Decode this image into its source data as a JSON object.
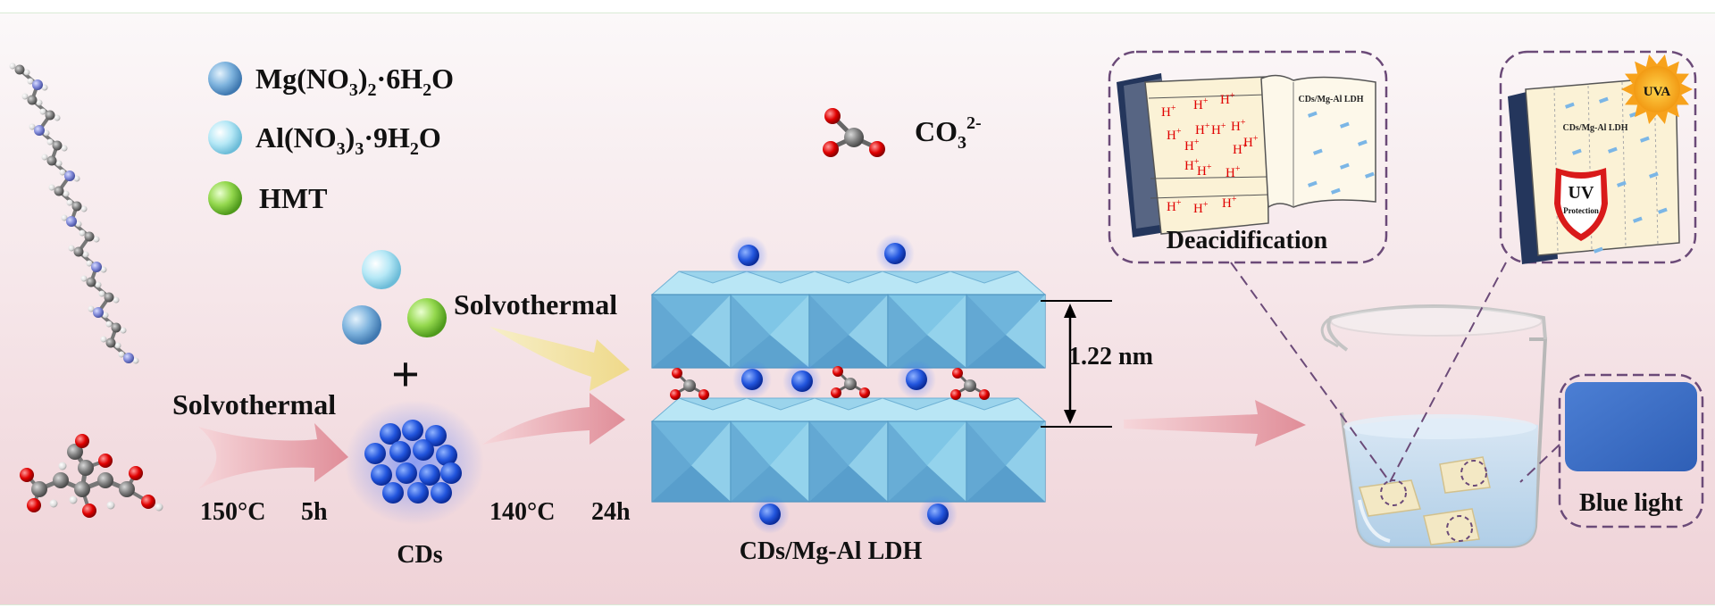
{
  "legend": {
    "mg": {
      "formula": "Mg(NO",
      "sub1": "3",
      "mid": ")",
      "sub2": "2",
      "tail": "·6H",
      "sub3": "2",
      "end": "O",
      "color": "#6aa6d8"
    },
    "al": {
      "formula": "Al(NO",
      "sub1": "3",
      "mid": ")",
      "sub2": "3",
      "tail": "·9H",
      "sub3": "2",
      "end": "O",
      "color": "#9fe0f0"
    },
    "hmt": {
      "label": "HMT",
      "color": "#8fd64a"
    },
    "carbonate": {
      "base": "CO",
      "sub": "3",
      "sup": "2-"
    }
  },
  "steps": {
    "solvothermal_1": "Solvothermal",
    "condition_1a": "150°C",
    "condition_1b": "5h",
    "cds_label": "CDs",
    "plus": "+",
    "solvothermal_2": "Solvothermal",
    "condition_2a": "140°C",
    "condition_2b": "24h",
    "product_label": "CDs/Mg-Al LDH",
    "spacing": "1.22 nm"
  },
  "applications": {
    "deacidification": {
      "title": "Deacidification",
      "paper_label": "CDs/Mg-Al LDH",
      "proton": "H",
      "proton_sup": "+"
    },
    "uv": {
      "paper_label": "CDs/Mg-Al LDH",
      "sun_label": "UVA",
      "shield_title": "UV",
      "shield_sub": "Protection"
    },
    "blue_light": {
      "title": "Blue light",
      "color": "#3d6fc4"
    }
  },
  "colors": {
    "cd_blue": "#1e55e0",
    "octa_light": "#a7dcf0",
    "octa_mid": "#7cc3e4",
    "octa_dark": "#5ea8d4",
    "arrow_pink": "#e7a3ac",
    "arrow_yellow": "#f2e6a6",
    "dash_purple": "#6b4a78"
  }
}
